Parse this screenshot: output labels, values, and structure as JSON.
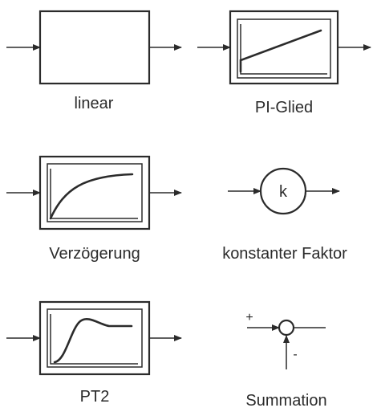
{
  "blocks": {
    "linear": {
      "label": "linear"
    },
    "pi_glied": {
      "label": "PI-Glied"
    },
    "verzoegerung": {
      "label": "Verzögerung"
    },
    "konstanter_faktor": {
      "label": "konstanter Faktor",
      "symbol": "k"
    },
    "pt2": {
      "label": "PT2"
    },
    "summation": {
      "label": "Summation",
      "plus_sign": "+",
      "minus_sign": "-"
    }
  }
}
